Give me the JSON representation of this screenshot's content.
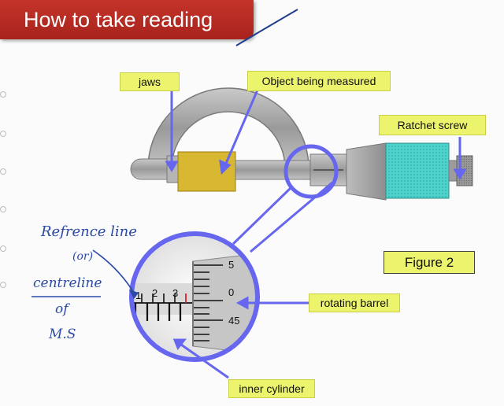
{
  "header": {
    "title": "How to take reading"
  },
  "labels": {
    "jaws": "jaws",
    "object": "Object being measured",
    "ratchet": "Ratchet screw",
    "figure": "Figure 2",
    "barrel": "rotating barrel",
    "cylinder": "inner cylinder"
  },
  "scale": {
    "main_digits": [
      "1",
      "2",
      "3"
    ],
    "thimble": [
      "5",
      "0",
      "45"
    ]
  },
  "handwriting": {
    "line1": "Refrence line",
    "line2": "(or)",
    "line3": "centreline",
    "line4": "of",
    "line5": "M.S"
  },
  "colors": {
    "accent_red": "#b72a22",
    "label_yellow": "#ecf36c",
    "arrow_blue": "#6666ee",
    "object_gold": "#d8b830",
    "ratchet_teal": "#4fd2cc"
  }
}
